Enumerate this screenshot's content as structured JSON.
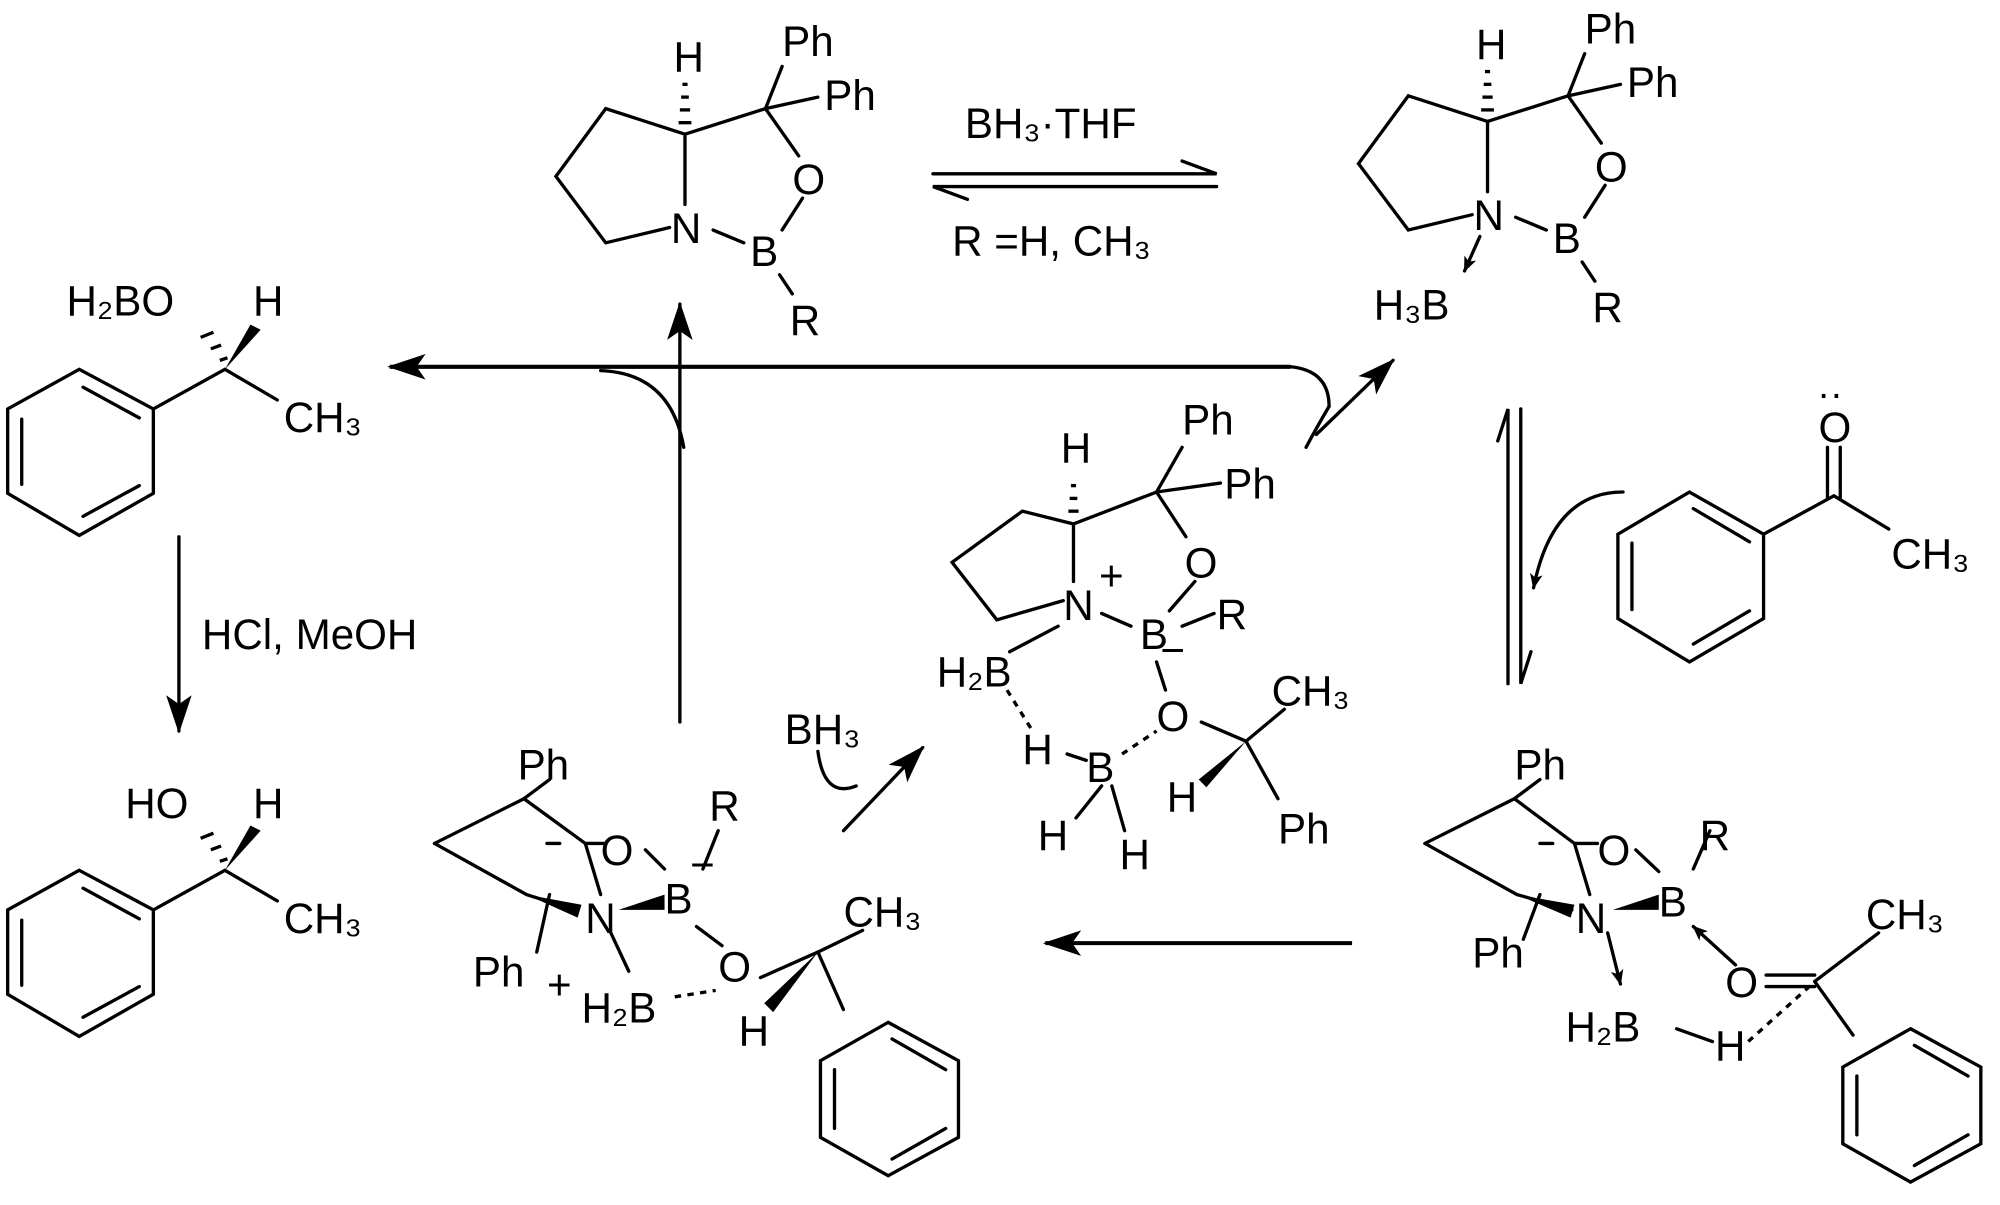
{
  "catalyst": {
    "h": "H",
    "ph1": "Ph",
    "ph2": "Ph",
    "o": "O",
    "n": "N",
    "b": "B",
    "r": "R"
  },
  "catalyst_borane": {
    "h": "H",
    "ph1": "Ph",
    "ph2": "Ph",
    "o": "O",
    "n": "N",
    "b": "B",
    "r": "R",
    "h3b": "H₃B"
  },
  "equilibrium": {
    "reagent": "BH₃·THF",
    "condition": "R =H, CH₃"
  },
  "borate_product": {
    "h2bo": "H₂BO",
    "h": "H",
    "ch3": "CH₃"
  },
  "hydrolysis": {
    "reagent": "HCl, MeOH"
  },
  "alcohol_product": {
    "ho": "HO",
    "h": "H",
    "ch3": "CH₃"
  },
  "ketone": {
    "o": "O",
    "lone_pairs": "··",
    "ch3": "CH₃"
  },
  "transition_complex": {
    "h": "H",
    "ph1": "Ph",
    "ph2": "Ph",
    "o": "O",
    "n": "N",
    "plus": "+",
    "b": "B",
    "minus": "−",
    "r": "R",
    "h2b": "H₂B",
    "h_bridge": "H",
    "b2": "B",
    "o2": "O",
    "ch3": "CH₃",
    "h_c": "H",
    "ph3": "Ph",
    "h_b1": "H",
    "h_b2": "H"
  },
  "bh3_label": "BH₃",
  "product_complex": {
    "ph1": "Ph",
    "ph2": "Ph",
    "plus": "+",
    "o": "O",
    "b": "B",
    "minus": "−",
    "r": "R",
    "n": "N",
    "h2b": "H₂B",
    "o2": "O",
    "ch3": "CH₃",
    "h": "H"
  },
  "ketone_complex": {
    "ph1": "Ph",
    "ph2": "Ph",
    "o": "O",
    "r": "R",
    "b": "B",
    "n": "N",
    "h2b": "H₂B",
    "h": "H",
    "o2": "O",
    "ch3": "CH₃"
  }
}
